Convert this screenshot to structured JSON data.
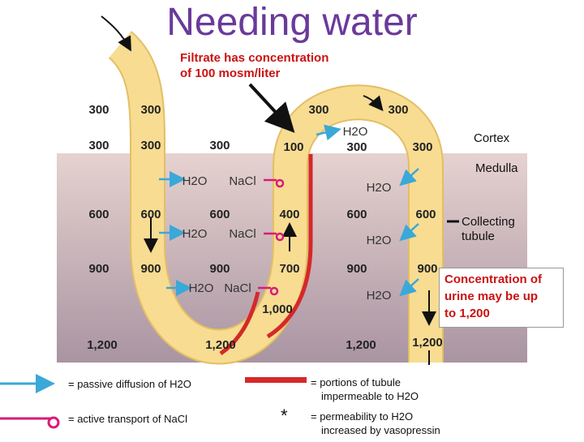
{
  "title": "Needing water",
  "callout_top": {
    "line1": "Filtrate has concentration",
    "line2": "of 100 mosm/liter"
  },
  "regions": {
    "cortex": "Cortex",
    "medulla": "Medulla",
    "collecting_line1": "Collecting",
    "collecting_line2": "tubule"
  },
  "concentration_note": {
    "line1": "Concentration of",
    "line2": "urine may be up",
    "line3": "to 1,200"
  },
  "numbers": {
    "interstitial_left": [
      "300",
      "300",
      "600",
      "900",
      "1,200"
    ],
    "descending": [
      "300",
      "300",
      "600",
      "900"
    ],
    "ascending": [
      "100",
      "400",
      "700",
      "1,000"
    ],
    "mid_left": [
      "300",
      "600",
      "900",
      "1,200"
    ],
    "loop_top": [
      "300",
      "300"
    ],
    "mid_right": [
      "300",
      "600",
      "900",
      "1,200"
    ],
    "collecting": [
      "300",
      "600",
      "900",
      "1,200"
    ]
  },
  "h2o_label": "H2O",
  "nacl_label": "NaCl",
  "legend": {
    "passive": "= passive diffusion of H2O",
    "active": "= active transport of NaCl",
    "impermeable_line1": "= portions of tubule",
    "impermeable_line2": "impermeable to H2O",
    "star_symbol": "*",
    "vasopressin_line1": "= permeability to H2O",
    "vasopressin_line2": "increased by vasopressin"
  },
  "colors": {
    "title": "#6a3a9a",
    "callout": "#cc1111",
    "tubule_fill": "#f8dc92",
    "tubule_edge": "#e6c36a",
    "medulla": "#b9a5ae",
    "passive_arrow": "#3aa8d8",
    "active_transport": "#d81b7a",
    "impermeable": "#d62828"
  }
}
